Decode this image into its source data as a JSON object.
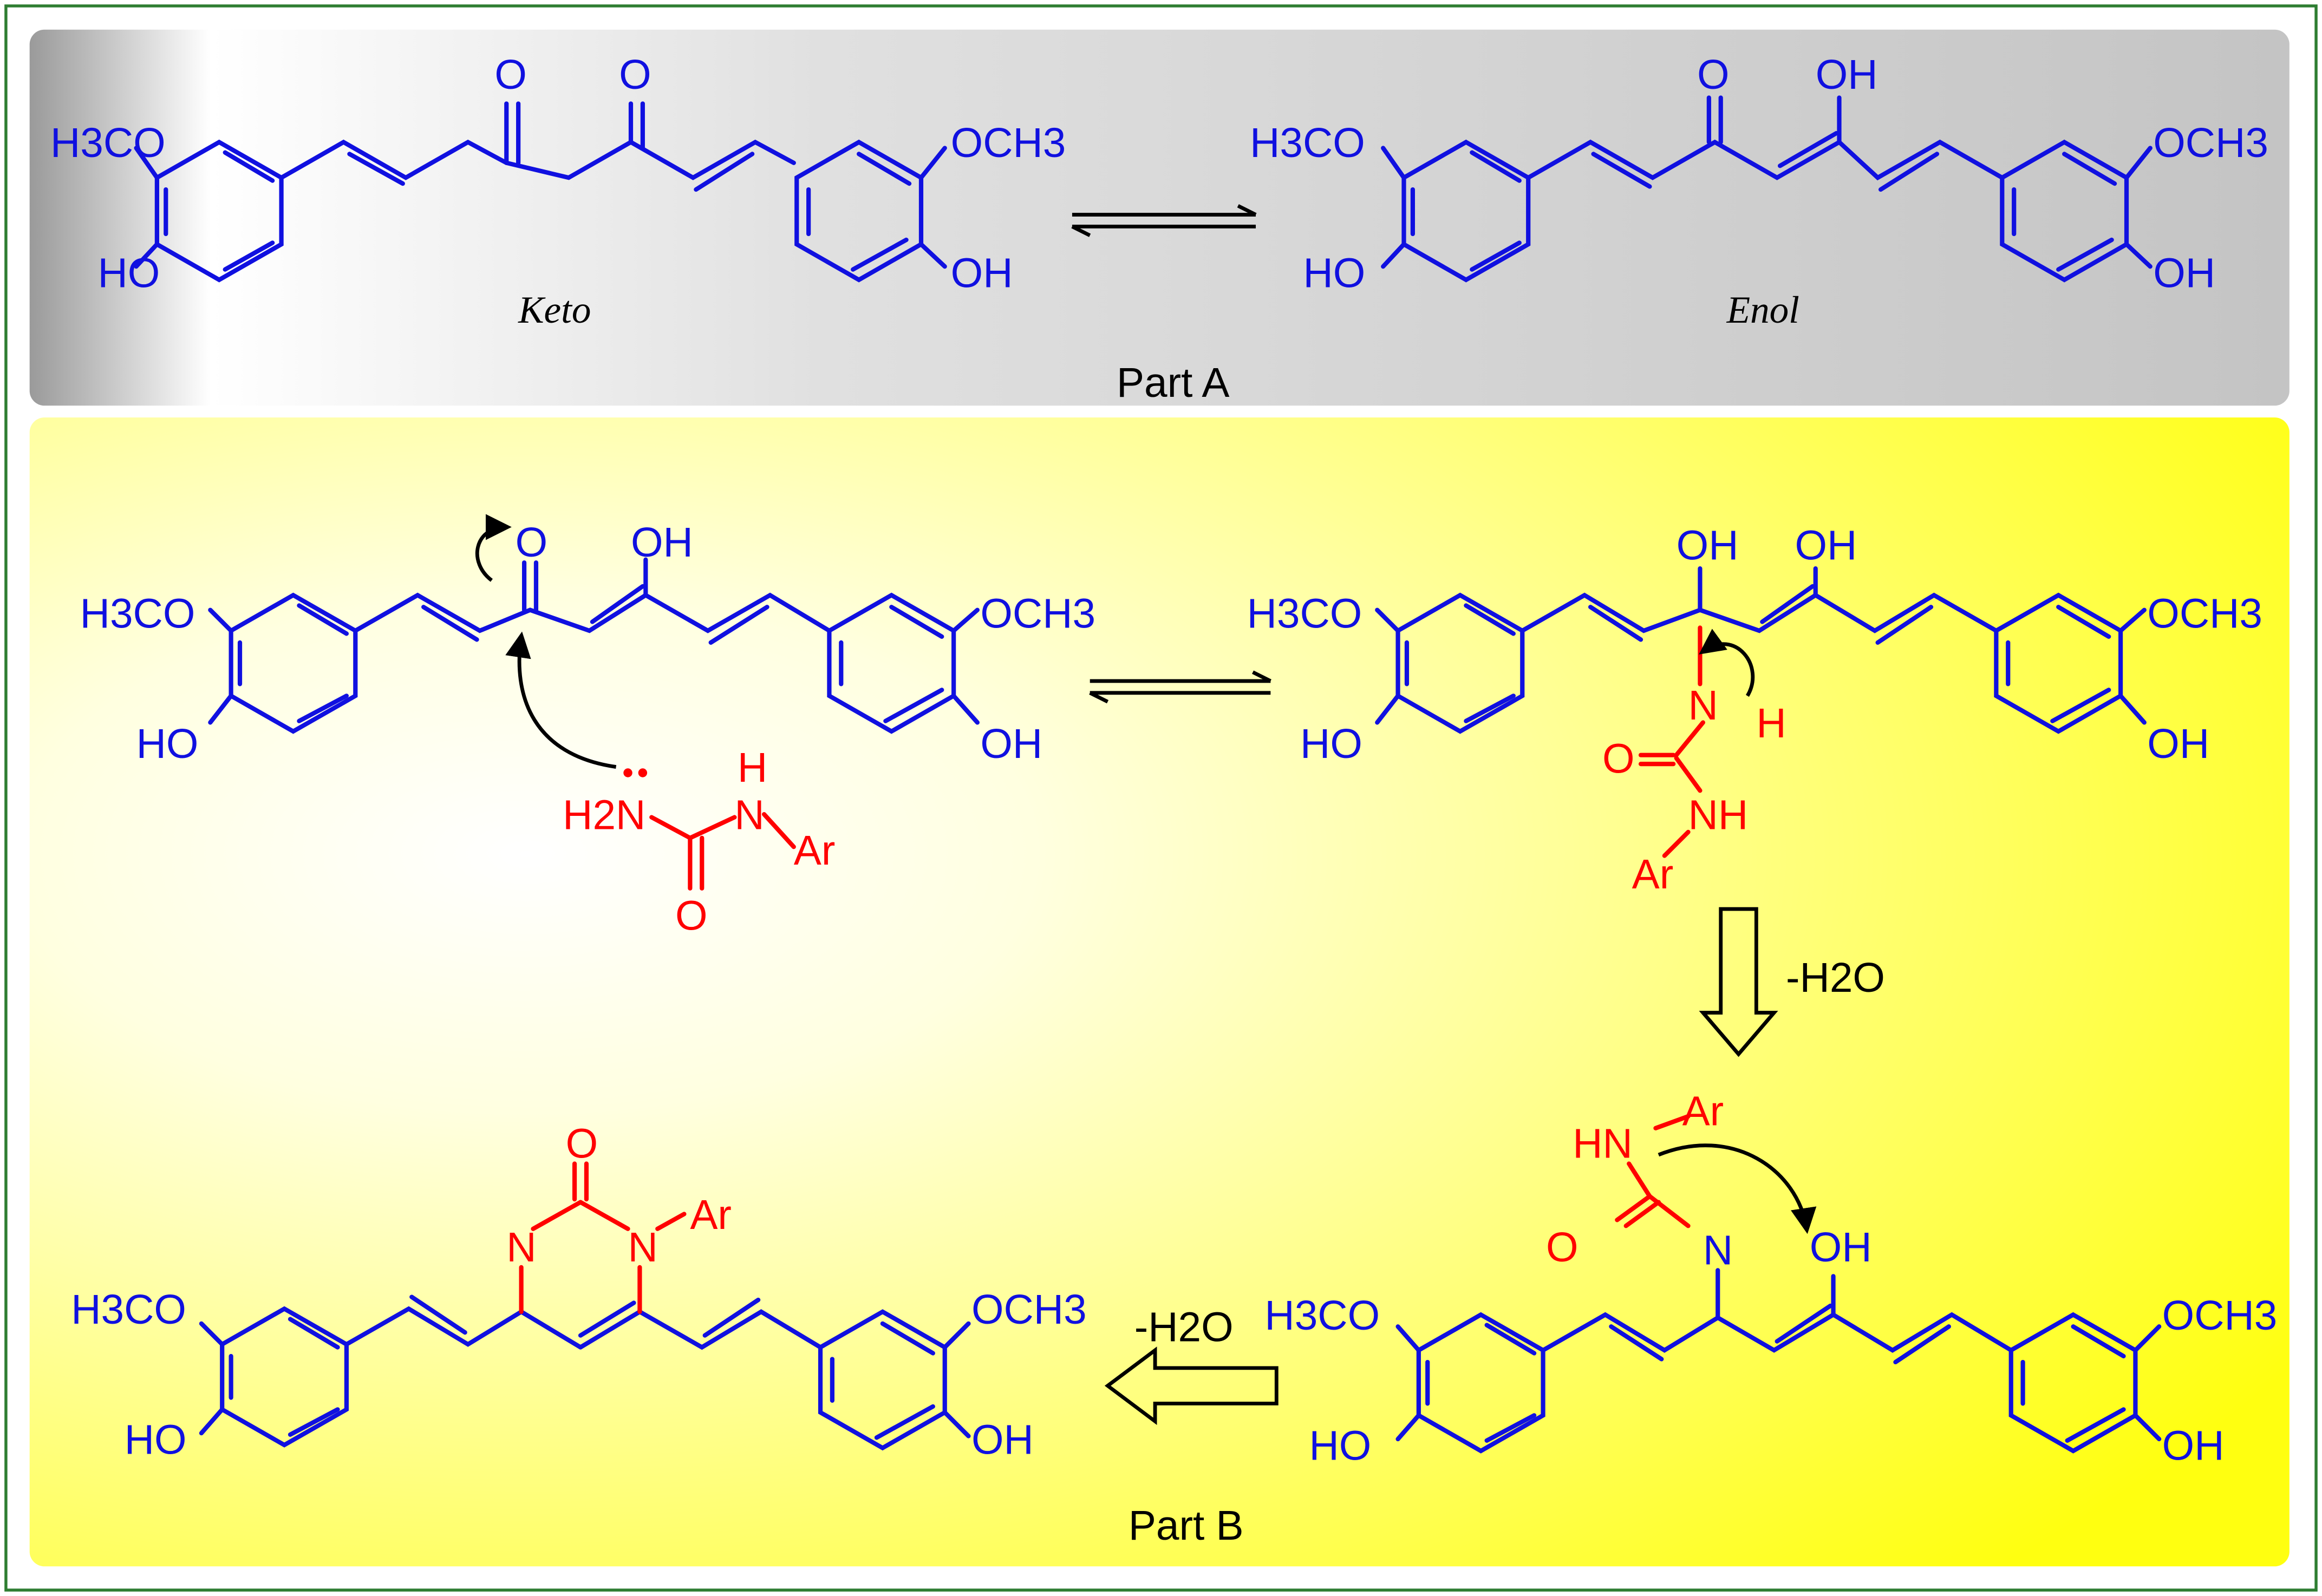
{
  "colors": {
    "structure": "#1010e0",
    "reagent": "#ff0000",
    "arrow": "#000000",
    "frame": "#2e7d32",
    "panel_a": "#c8c8c8",
    "panel_b": "#ffff1a"
  },
  "part_a": {
    "label": "Part A",
    "keto_label": "Keto",
    "enol_label": "Enol",
    "equilibrium": "equilibrium-arrows"
  },
  "part_b": {
    "label": "Part B",
    "dehydration_1": "-H2O",
    "dehydration_2": "-H2O",
    "reagent_h2n": "H2N",
    "reagent_o": "O",
    "reagent_nh": "N",
    "reagent_h": "H",
    "reagent_ar": "Ar",
    "adduct_nh": "N",
    "adduct_h": "H",
    "adduct_o": "O",
    "adduct_nh2": "NH",
    "adduct_ar": "Ar",
    "imine_hn": "HN",
    "imine_ar": "Ar",
    "imine_o": "O",
    "imine_n": "N",
    "product_o": "O",
    "product_n1": "N",
    "product_n3": "N",
    "product_ar": "Ar"
  },
  "groups": {
    "h3co": "H3CO",
    "och3": "OCH3",
    "oh": "OH",
    "ho": "HO",
    "o": "O"
  }
}
